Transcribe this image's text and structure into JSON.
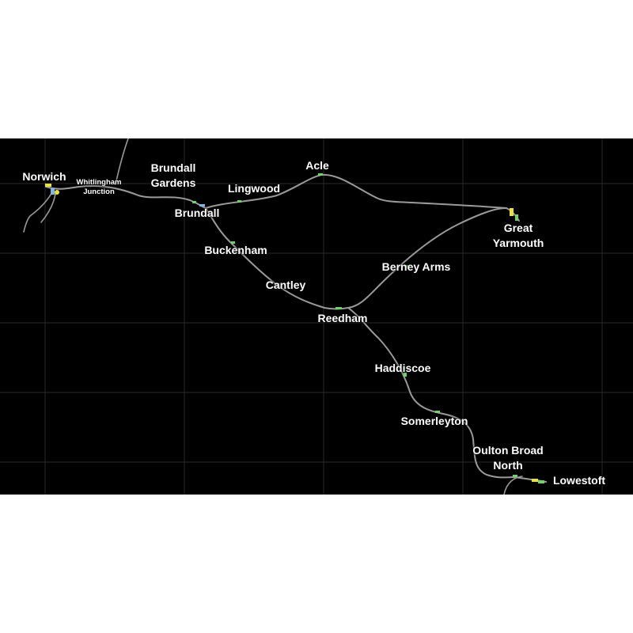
{
  "colors": {
    "background": "#000000",
    "grid": "#2a2a2a",
    "track": "#9a9a9a",
    "station_green": "#6fd36a",
    "station_yellow": "#e8e23a",
    "station_blue": "#7fb4e8",
    "label": "#ffffff"
  },
  "stations": {
    "norwich": "Norwich",
    "whitlingham_1": "Whitlingham",
    "whitlingham_2": "Junction",
    "brundall_gardens_1": "Brundall",
    "brundall_gardens_2": "Gardens",
    "brundall": "Brundall",
    "lingwood": "Lingwood",
    "acle": "Acle",
    "great_yarmouth_1": "Great",
    "great_yarmouth_2": "Yarmouth",
    "buckenham": "Buckenham",
    "cantley": "Cantley",
    "berney_arms": "Berney Arms",
    "reedham": "Reedham",
    "haddiscoe": "Haddiscoe",
    "somerleyton": "Somerleyton",
    "oulton_broad_north_1": "Oulton Broad",
    "oulton_broad_north_2": "North",
    "lowestoft": "Lowestoft"
  }
}
